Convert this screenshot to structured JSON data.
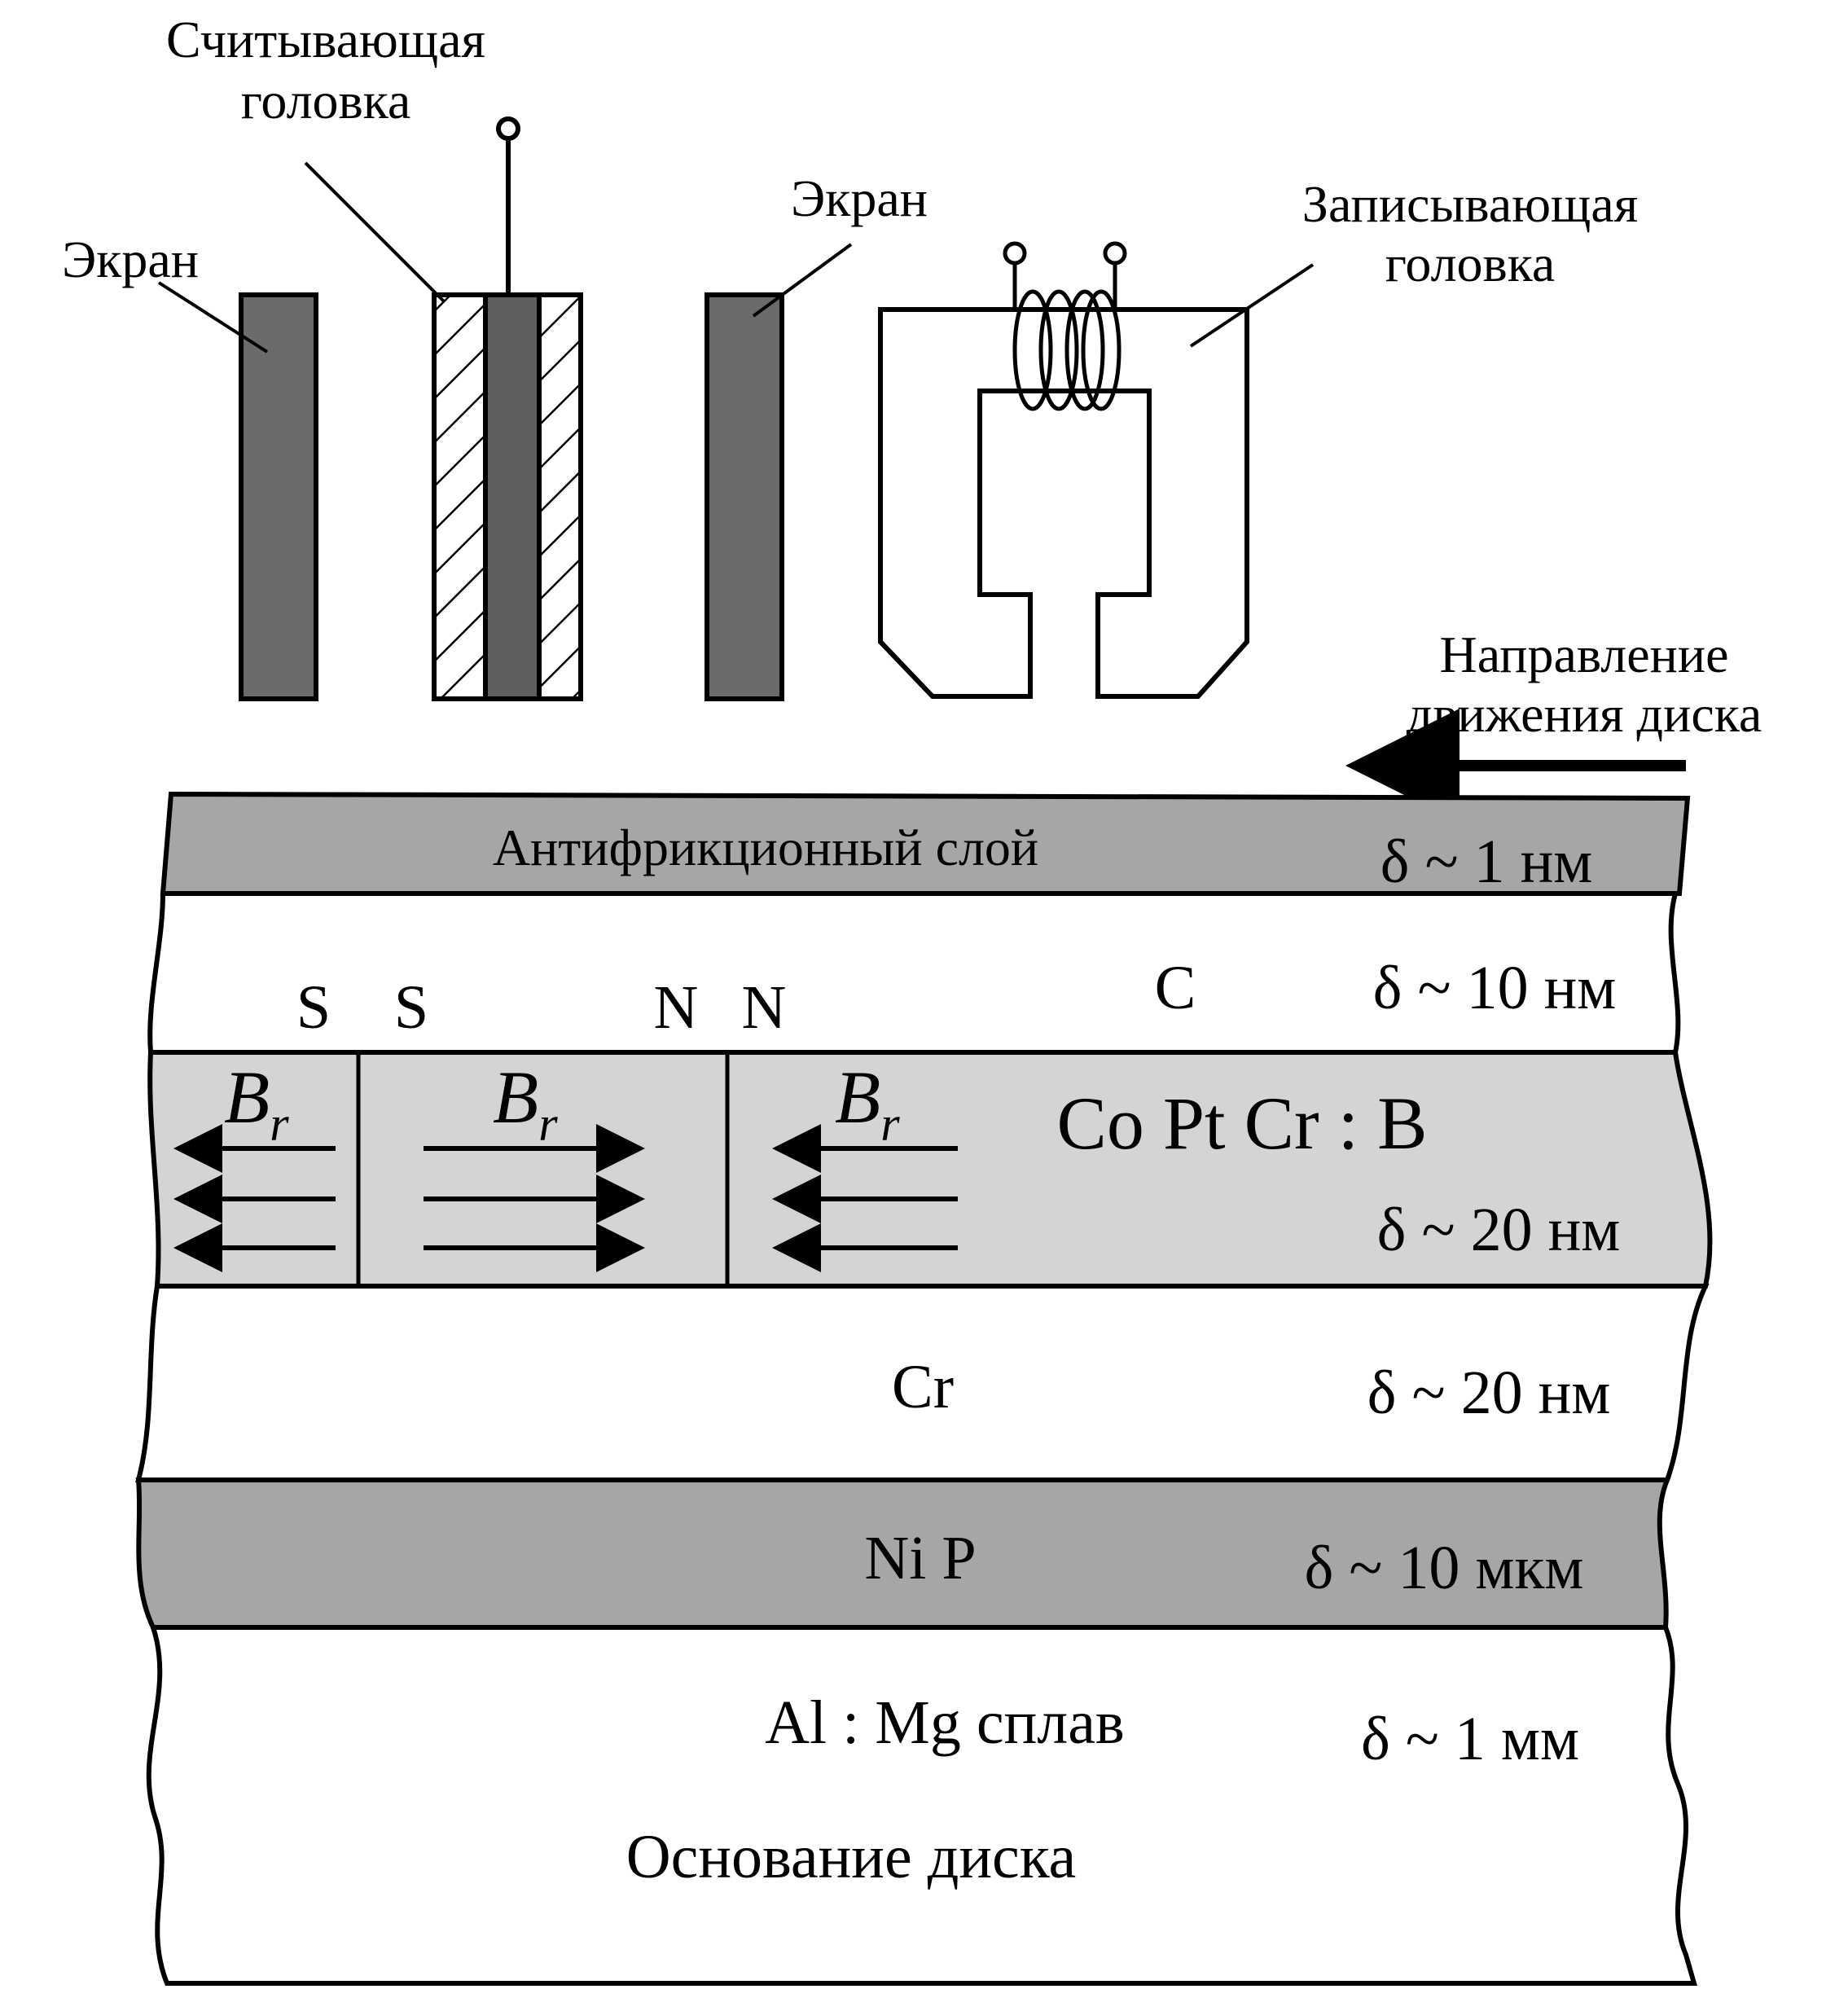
{
  "heads": {
    "read_head_label": [
      "Считывающая",
      "головка"
    ],
    "shield_left_label": "Экран",
    "shield_right_label": "Экран",
    "write_head_label": [
      "Записывающая",
      "головка"
    ]
  },
  "direction": {
    "label": [
      "Направление",
      "движения диска"
    ]
  },
  "layers": [
    {
      "name": "Антифрикционный слой",
      "thickness": "δ ~ 1 нм",
      "fill": "#a6a6a6"
    },
    {
      "name": "C",
      "thickness": "δ ~ 10 нм",
      "fill": "#ffffff"
    },
    {
      "name": "Co Pt Cr : B",
      "thickness": "δ ~ 20 нм",
      "fill": "#d4d4d4"
    },
    {
      "name": "Cr",
      "thickness": "δ ~ 20 нм",
      "fill": "#ffffff"
    },
    {
      "name": "Ni P",
      "thickness": "δ ~ 10 мкм",
      "fill": "#a6a6a6"
    },
    {
      "name": "Al : Mg сплав",
      "thickness": "δ ~ 1 мм",
      "fill": "#ffffff"
    }
  ],
  "base_label": "Основание диска",
  "poles": [
    "S",
    "S",
    "N",
    "N"
  ],
  "magnetization": {
    "symbol": "B",
    "subscript": "r",
    "domains": [
      "left",
      "right",
      "left"
    ]
  },
  "colors": {
    "shield": "#6b6b6b",
    "read_core": "#5e5e5e",
    "outline": "#000000"
  }
}
